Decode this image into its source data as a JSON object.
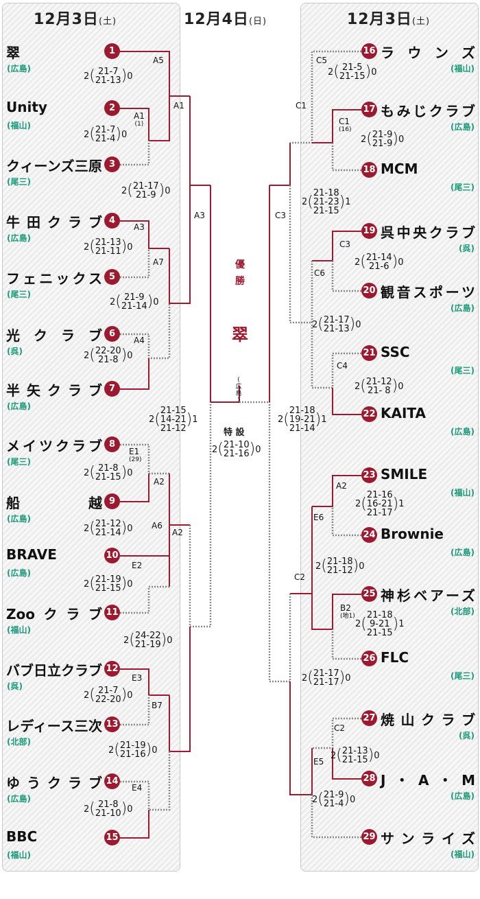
{
  "dates": {
    "left": {
      "day": "12月3日",
      "weekday": "(土)"
    },
    "center": {
      "day": "12月4日",
      "weekday": "(日)"
    },
    "right": {
      "day": "12月3日",
      "weekday": "(土)"
    }
  },
  "final": {
    "champion_label_1": "優",
    "champion_label_2": "勝",
    "champion": "翠",
    "champion_region": "(広島)",
    "court_label": "特 設",
    "score_left": "2",
    "sets": [
      "21-10",
      "21-16"
    ],
    "score_right": "0"
  },
  "teams": [
    {
      "seed": "1",
      "name": "翠",
      "region": "(広島)"
    },
    {
      "seed": "2",
      "name": "Unity",
      "region": "(福山)"
    },
    {
      "seed": "3",
      "name": "クィーンズ三原",
      "region": "(尾三)"
    },
    {
      "seed": "4",
      "name": "牛田クラブ",
      "region": "(広島)"
    },
    {
      "seed": "5",
      "name": "フェニックス",
      "region": "(尾三)"
    },
    {
      "seed": "6",
      "name": "光クラブ",
      "region": "(呉)"
    },
    {
      "seed": "7",
      "name": "半矢クラブ",
      "region": "(広島)"
    },
    {
      "seed": "8",
      "name": "メイツクラブ",
      "region": "(尾三)"
    },
    {
      "seed": "9",
      "name": "船越",
      "region": "(広島)"
    },
    {
      "seed": "10",
      "name": "BRAVE",
      "region": "(広島)"
    },
    {
      "seed": "11",
      "name": "Zooクラブ",
      "region": "(福山)"
    },
    {
      "seed": "12",
      "name": "バブ日立クラブ",
      "region": "(呉)"
    },
    {
      "seed": "13",
      "name": "レディース三次",
      "region": "(北部)"
    },
    {
      "seed": "14",
      "name": "ゆうクラブ",
      "region": "(広島)"
    },
    {
      "seed": "15",
      "name": "BBC",
      "region": "(福山)"
    },
    {
      "seed": "16",
      "name": "ラウンズ",
      "region": "(福山)"
    },
    {
      "seed": "17",
      "name": "もみじクラブ",
      "region": "(広島)"
    },
    {
      "seed": "18",
      "name": "MCM",
      "region": "(尾三)"
    },
    {
      "seed": "19",
      "name": "呉中央クラブ",
      "region": "(呉)"
    },
    {
      "seed": "20",
      "name": "観音スポーツ",
      "region": "(広島)"
    },
    {
      "seed": "21",
      "name": "SSC",
      "region": "(尾三)"
    },
    {
      "seed": "22",
      "name": "KAITA",
      "region": "(広島)"
    },
    {
      "seed": "23",
      "name": "SMILE",
      "region": "(福山)"
    },
    {
      "seed": "24",
      "name": "Brownie",
      "region": "(広島)"
    },
    {
      "seed": "25",
      "name": "神杉ベアーズ",
      "region": "(北部)"
    },
    {
      "seed": "26",
      "name": "FLC",
      "region": "(尾三)"
    },
    {
      "seed": "27",
      "name": "焼山クラブ",
      "region": "(呉)"
    },
    {
      "seed": "28",
      "name": "J・A・M",
      "region": "(広島)"
    },
    {
      "seed": "29",
      "name": "サンライズ",
      "region": "(福山)"
    }
  ],
  "codes": [
    {
      "text": "A5",
      "sub": ""
    },
    {
      "text": "A1",
      "sub": ""
    },
    {
      "text": "A1",
      "sub": "(1)"
    },
    {
      "text": "A3",
      "sub": ""
    },
    {
      "text": "A3",
      "sub": ""
    },
    {
      "text": "A7",
      "sub": ""
    },
    {
      "text": "A4",
      "sub": ""
    },
    {
      "text": "E1",
      "sub": "(29)"
    },
    {
      "text": "A2",
      "sub": ""
    },
    {
      "text": "A6",
      "sub": ""
    },
    {
      "text": "A2",
      "sub": ""
    },
    {
      "text": "E2",
      "sub": ""
    },
    {
      "text": "E3",
      "sub": ""
    },
    {
      "text": "B7",
      "sub": ""
    },
    {
      "text": "E4",
      "sub": ""
    },
    {
      "text": "C5",
      "sub": ""
    },
    {
      "text": "C1",
      "sub": ""
    },
    {
      "text": "C1",
      "sub": "(16)"
    },
    {
      "text": "C3",
      "sub": ""
    },
    {
      "text": "C3",
      "sub": ""
    },
    {
      "text": "C6",
      "sub": ""
    },
    {
      "text": "C4",
      "sub": ""
    },
    {
      "text": "A2",
      "sub": ""
    },
    {
      "text": "E6",
      "sub": ""
    },
    {
      "text": "C2",
      "sub": ""
    },
    {
      "text": "B2",
      "sub": "(地1)"
    },
    {
      "text": "C2",
      "sub": ""
    },
    {
      "text": "E5",
      "sub": ""
    }
  ],
  "scores": [
    {
      "l": "2",
      "sets": [
        "21-7",
        "21-13"
      ],
      "r": "0"
    },
    {
      "l": "2",
      "sets": [
        "21-7",
        "21-4"
      ],
      "r": "0"
    },
    {
      "l": "2",
      "sets": [
        "21-17",
        "21-9"
      ],
      "r": "0"
    },
    {
      "l": "2",
      "sets": [
        "21-13",
        "21-11"
      ],
      "r": "0"
    },
    {
      "l": "2",
      "sets": [
        "21-9",
        "21-14"
      ],
      "r": "0"
    },
    {
      "l": "2",
      "sets": [
        "22-20",
        "21-8"
      ],
      "r": "0"
    },
    {
      "l": "2",
      "sets": [
        "21-15",
        "14-21",
        "21-12"
      ],
      "r": "1"
    },
    {
      "l": "2",
      "sets": [
        "21-8",
        "21-15"
      ],
      "r": "0"
    },
    {
      "l": "2",
      "sets": [
        "21-12",
        "21-14"
      ],
      "r": "0"
    },
    {
      "l": "2",
      "sets": [
        "21-19",
        "21-15"
      ],
      "r": "0"
    },
    {
      "l": "2",
      "sets": [
        "24-22",
        "21-19"
      ],
      "r": "0"
    },
    {
      "l": "2",
      "sets": [
        "21-7",
        "22-20"
      ],
      "r": "0"
    },
    {
      "l": "2",
      "sets": [
        "21-19",
        "21-16"
      ],
      "r": "0"
    },
    {
      "l": "2",
      "sets": [
        "21-8",
        "21-10"
      ],
      "r": "0"
    },
    {
      "l": "2",
      "sets": [
        "21-5",
        "21-15"
      ],
      "r": "0"
    },
    {
      "l": "2",
      "sets": [
        "21-9",
        "21-9"
      ],
      "r": "0"
    },
    {
      "l": "2",
      "sets": [
        "21-18",
        "21-23",
        "21-15"
      ],
      "r": "1"
    },
    {
      "l": "2",
      "sets": [
        "21-14",
        "21-6"
      ],
      "r": "0"
    },
    {
      "l": "2",
      "sets": [
        "21-17",
        "21-13"
      ],
      "r": "0"
    },
    {
      "l": "2",
      "sets": [
        "21-12",
        "21- 8"
      ],
      "r": "0"
    },
    {
      "l": "2",
      "sets": [
        "21-18",
        "19-21",
        "21-14"
      ],
      "r": "1"
    },
    {
      "l": "2",
      "sets": [
        "21-16",
        "16-21",
        "21-17"
      ],
      "r": "1"
    },
    {
      "l": "2",
      "sets": [
        "21-18",
        "21-12"
      ],
      "r": "0"
    },
    {
      "l": "2",
      "sets": [
        "21-18",
        "9-21",
        "21-15"
      ],
      "r": "1"
    },
    {
      "l": "2",
      "sets": [
        "21-17",
        "21-17"
      ],
      "r": "0"
    },
    {
      "l": "2",
      "sets": [
        "21-13",
        "21-15"
      ],
      "r": "0"
    },
    {
      "l": "2",
      "sets": [
        "21-9",
        "21-4"
      ],
      "r": "0"
    }
  ],
  "colors": {
    "win": "#9c1a2f",
    "lose": "#888888",
    "region": "#1a9a7a"
  }
}
